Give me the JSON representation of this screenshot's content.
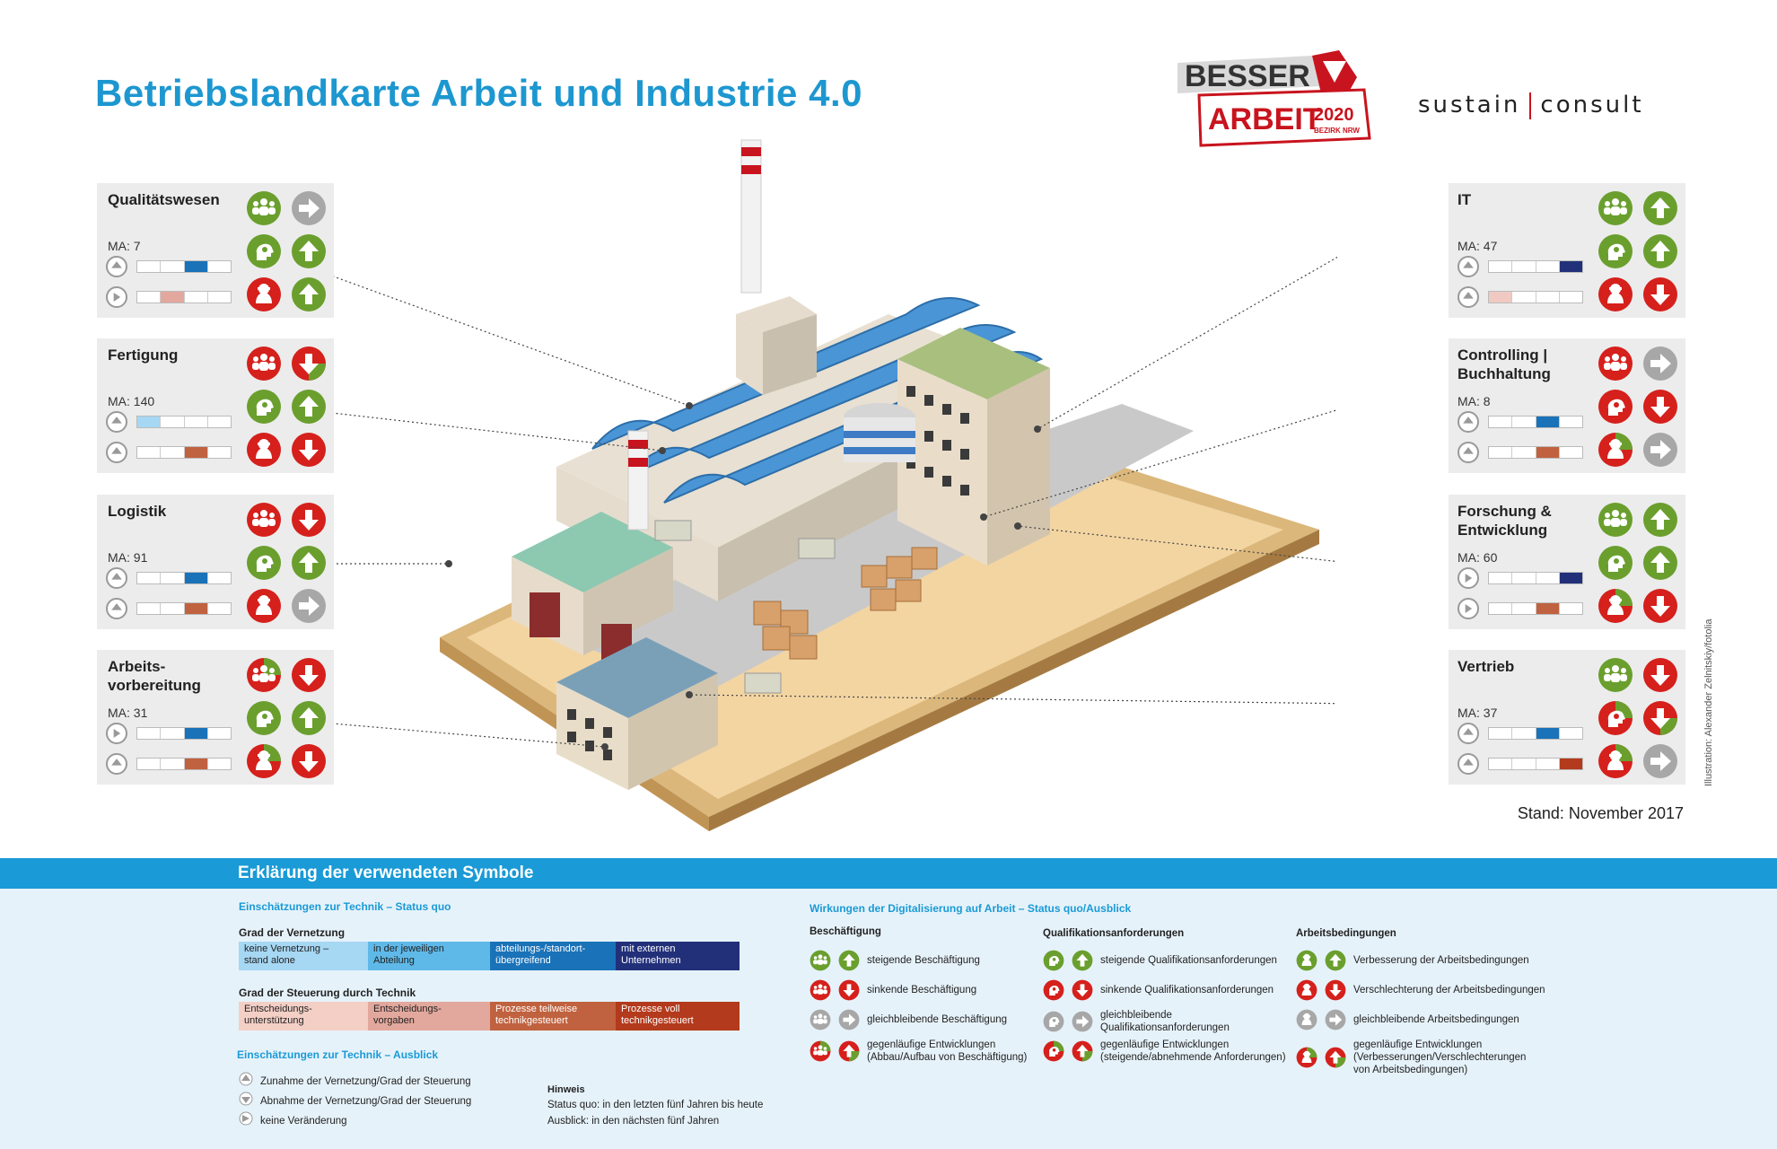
{
  "title": "Betriebslandkarte Arbeit und Industrie 4.0",
  "logo": {
    "besser": "BESSER",
    "arbeit": "ARBEIT",
    "year": "2020",
    "bezirk": "BEZIRK NRW"
  },
  "partner": {
    "left": "sustain",
    "right": "consult"
  },
  "stand": "Stand: November 2017",
  "credit": "Illustration: Alexander Zelnitskiy/fotolia",
  "colors": {
    "green": "#6a9f2e",
    "red": "#d5201c",
    "grey": "#a7a7a7",
    "blue": "#1a9ad6",
    "navy": "#22307a",
    "brick": "#c0623f"
  },
  "departments_left": [
    {
      "name": "Qualitätswesen",
      "ma": "MA: 7",
      "rows": [
        [
          "green",
          "grey"
        ],
        [
          "green",
          "green"
        ],
        [
          "red",
          "green"
        ]
      ],
      "net_level": 3,
      "net_color": "#1a72b8",
      "ctrl_level": 2,
      "ctrl_color": "#e3a89d",
      "net_trend": "up-icon",
      "ctrl_trend": "right-icon"
    },
    {
      "name": "Fertigung",
      "ma": "MA: 140",
      "rows": [
        [
          "red",
          "mixed-red"
        ],
        [
          "green",
          "green"
        ],
        [
          "red",
          "red"
        ]
      ],
      "net_level": 1,
      "net_color": "#a6d7f3",
      "ctrl_level": 3,
      "ctrl_color": "#c0623f",
      "net_trend": "up-icon",
      "ctrl_trend": "up-icon"
    },
    {
      "name": "Logistik",
      "ma": "MA: 91",
      "rows": [
        [
          "red",
          "red"
        ],
        [
          "green",
          "green"
        ],
        [
          "red",
          "grey"
        ]
      ],
      "net_level": 3,
      "net_color": "#1a72b8",
      "ctrl_level": 3,
      "ctrl_color": "#c0623f",
      "net_trend": "up-icon",
      "ctrl_trend": "up-icon"
    },
    {
      "name": "Arbeits-\nvorbereitung",
      "ma": "MA: 31",
      "rows": [
        [
          "mixed",
          "red"
        ],
        [
          "green",
          "green"
        ],
        [
          "mixed",
          "red"
        ]
      ],
      "net_level": 3,
      "net_color": "#1a72b8",
      "ctrl_level": 3,
      "ctrl_color": "#c0623f",
      "net_trend": "right-icon",
      "ctrl_trend": "up-icon"
    }
  ],
  "departments_right": [
    {
      "name": "IT",
      "ma": "MA: 47",
      "rows": [
        [
          "green",
          "green"
        ],
        [
          "green",
          "green"
        ],
        [
          "red",
          "red"
        ]
      ],
      "net_level": 4,
      "net_color": "#22307a",
      "ctrl_level": 1,
      "ctrl_color": "#f0c9c2",
      "net_trend": "up-icon",
      "ctrl_trend": "up-icon"
    },
    {
      "name": "Controlling |\nBuchhaltung",
      "ma": "MA: 8",
      "rows": [
        [
          "red",
          "grey"
        ],
        [
          "red",
          "red"
        ],
        [
          "mixed",
          "grey"
        ]
      ],
      "net_level": 3,
      "net_color": "#1a72b8",
      "ctrl_level": 3,
      "ctrl_color": "#c0623f",
      "net_trend": "up-icon",
      "ctrl_trend": "up-icon"
    },
    {
      "name": "Forschung &\nEntwicklung",
      "ma": "MA: 60",
      "rows": [
        [
          "green",
          "green"
        ],
        [
          "green",
          "green"
        ],
        [
          "mixed",
          "red"
        ]
      ],
      "net_level": 4,
      "net_color": "#22307a",
      "ctrl_level": 3,
      "ctrl_color": "#c0623f",
      "net_trend": "right-icon",
      "ctrl_trend": "right-icon"
    },
    {
      "name": "Vertrieb",
      "ma": "MA: 37",
      "rows": [
        [
          "green",
          "red"
        ],
        [
          "mixed",
          "mixed-red"
        ],
        [
          "mixed",
          "grey"
        ]
      ],
      "net_level": 3,
      "net_color": "#1a72b8",
      "ctrl_level": 4,
      "ctrl_color": "#b33a1c",
      "net_trend": "up-icon",
      "ctrl_trend": "up-icon"
    }
  ],
  "legend": {
    "heading": "Erklärung der verwendeten Symbole",
    "tech_status_heading": "Einschätzungen zur Technik – Status quo",
    "vernetzung_label": "Grad der Vernetzung",
    "vernetzung": [
      {
        "text": "keine Vernetzung –\nstand alone",
        "color": "#a6d7f3"
      },
      {
        "text": "in der jeweiligen\nAbteilung",
        "color": "#5fb9e8"
      },
      {
        "text": "abteilungs-/standort-\nübergreifend",
        "color": "#1a72b8"
      },
      {
        "text": "mit externen\nUnternehmen",
        "color": "#22307a"
      }
    ],
    "steuerung_label": "Grad der Steuerung durch Technik",
    "steuerung": [
      {
        "text": "Entscheidungs-\nunterstützung",
        "color": "#f3cfc6"
      },
      {
        "text": "Entscheidungs-\nvorgaben",
        "color": "#e3a89d"
      },
      {
        "text": "Prozesse teilweise\ntechnikgesteuert",
        "color": "#c0623f"
      },
      {
        "text": "Prozesse voll\ntechnikgesteuert",
        "color": "#b33a1c"
      }
    ],
    "tech_outlook_heading": "Einschätzungen zur Technik – Ausblick",
    "outlook": [
      "Zunahme der Vernetzung/Grad der Steuerung",
      "Abnahme der Vernetzung/Grad der Steuerung",
      "keine Veränderung"
    ],
    "hinweis_label": "Hinweis",
    "hinweis": [
      "Status quo: in den letzten fünf Jahren bis heute",
      "Ausblick: in den nächsten fünf Jahren"
    ],
    "effects_heading": "Wirkungen der Digitalisierung auf Arbeit – Status quo/Ausblick",
    "beschaeftigung_label": "Beschäftigung",
    "beschaeftigung": [
      "steigende Beschäftigung",
      "sinkende Beschäftigung",
      "gleichbleibende Beschäftigung",
      "gegenläufige Entwicklungen\n(Abbau/Aufbau von Beschäftigung)"
    ],
    "qualifikation_label": "Qualifikationsanforderungen",
    "qualifikation": [
      "steigende Qualifikationsanforderungen",
      "sinkende Qualifikationsanforderungen",
      "gleichbleibende\nQualifikationsanforderungen",
      "gegenläufige Entwicklungen\n(steigende/abnehmende Anforderungen)"
    ],
    "arbeitsbedingungen_label": "Arbeitsbedingungen",
    "arbeitsbedingungen": [
      "Verbesserung der Arbeitsbedingungen",
      "Verschlechterung der Arbeitsbedingungen",
      "gleichbleibende Arbeitsbedingungen",
      "gegenläufige Entwicklungen\n(Verbesserungen/Verschlechterungen\nvon Arbeitsbedingungen)"
    ]
  }
}
